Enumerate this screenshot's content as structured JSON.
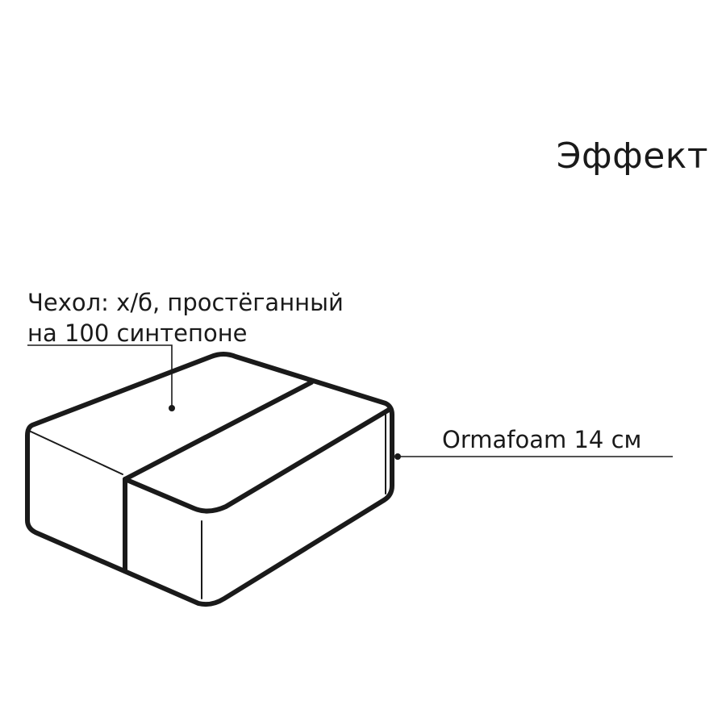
{
  "title": "Эффект",
  "cover_label": {
    "line1": "Чехол: х/б, простёганный",
    "line2": "на 100 синтепоне"
  },
  "foam_label": "Ormafoam 14 см",
  "colors": {
    "stroke": "#1a1a1a",
    "background": "#ffffff"
  }
}
